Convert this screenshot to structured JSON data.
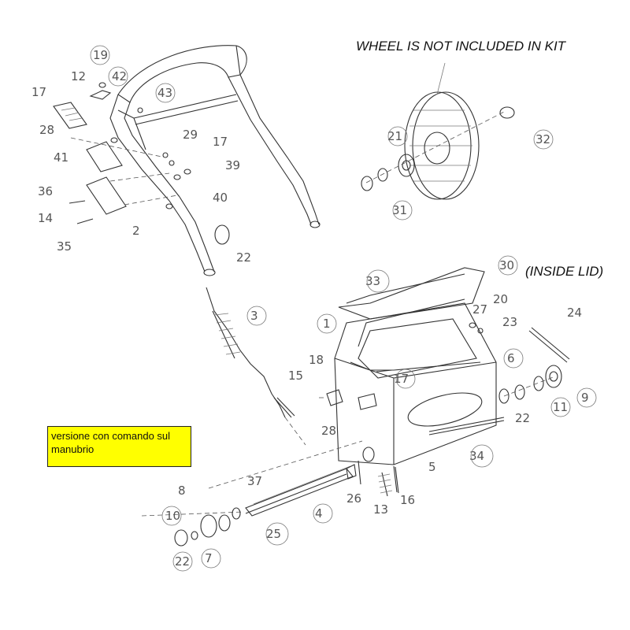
{
  "headings": {
    "wheel_note": "WHEEL IS NOT INCLUDED IN KIT",
    "inside_lid": "(INSIDE LID)"
  },
  "note": {
    "text": "versione con comando sul manubrio",
    "background": "#ffff00"
  },
  "callouts": {
    "c19": "19",
    "c12": "12",
    "c42": "42",
    "c17a": "17",
    "c43": "43",
    "c29a": "29",
    "c28a": "28",
    "c17b": "17",
    "c41": "41",
    "c39": "39",
    "c36": "36",
    "c40": "40",
    "c14": "14",
    "c2": "2",
    "c35": "35",
    "c22a": "22",
    "c21": "21",
    "c31": "31",
    "c32": "32",
    "c3": "3",
    "c30": "30",
    "c33": "33",
    "c1": "1",
    "c27": "27",
    "c20": "20",
    "c23": "23",
    "c24": "24",
    "c15": "15",
    "c18": "18",
    "c17c": "17",
    "c6": "6",
    "c9": "9",
    "c11": "11",
    "c22b": "22",
    "c28b": "28",
    "c34": "34",
    "c5": "5",
    "c37": "37",
    "c8": "8",
    "c26": "26",
    "c13": "13",
    "c16": "16",
    "c4": "4",
    "c10": "10",
    "c22c": "22",
    "c7": "7",
    "c25": "25"
  }
}
